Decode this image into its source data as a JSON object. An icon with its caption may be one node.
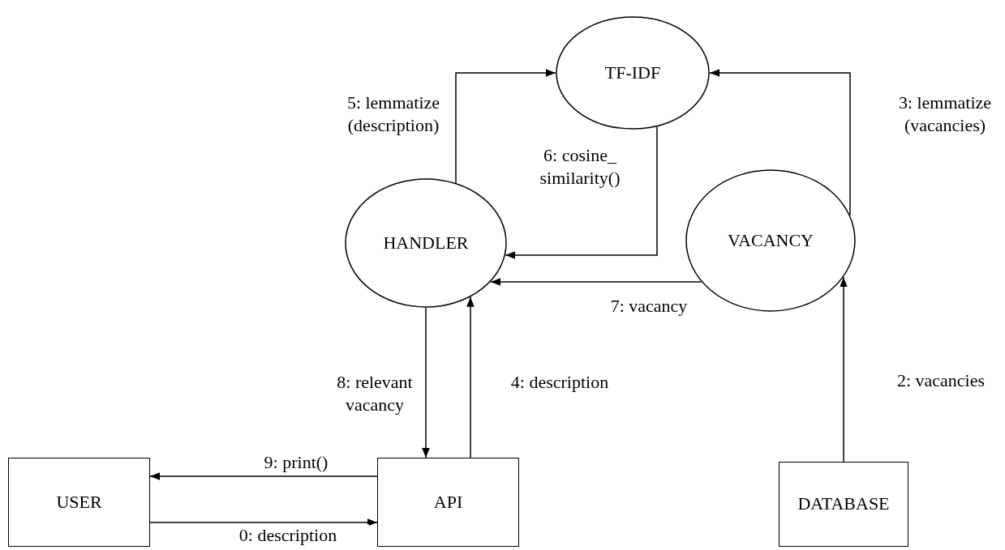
{
  "diagram": {
    "nodes": [
      {
        "text": [
          "TF-IDF"
        ]
      },
      {
        "text": [
          "HANDLER"
        ]
      },
      {
        "text": [
          "VACANCY"
        ]
      },
      {
        "text": [
          "USER"
        ]
      },
      {
        "text": [
          "API"
        ]
      },
      {
        "text": [
          "DATABASE"
        ]
      }
    ],
    "edges": [
      {
        "from": 3,
        "to": 4,
        "arrow": "to",
        "label": "0: description"
      },
      {
        "from": 5,
        "to": 2,
        "arrow": "to",
        "label": "2: vacancies"
      },
      {
        "from": 2,
        "to": 0,
        "arrow": "to",
        "label": "3: lemmatize (vacancies)"
      },
      {
        "from": 4,
        "to": 1,
        "arrow": "to",
        "label": "4: description"
      },
      {
        "from": 1,
        "to": 0,
        "arrow": "to",
        "label": "5: lemmatize (description)"
      },
      {
        "from": 0,
        "to": 1,
        "arrow": "to",
        "label": "6: cosine_ similarity()"
      },
      {
        "from": 2,
        "to": 1,
        "arrow": "to",
        "label": "7: vacancy"
      },
      {
        "from": 1,
        "to": 4,
        "arrow": "to",
        "label": "8: relevant vacancy"
      },
      {
        "from": 4,
        "to": 3,
        "arrow": "to",
        "label": "9: print()"
      }
    ]
  }
}
